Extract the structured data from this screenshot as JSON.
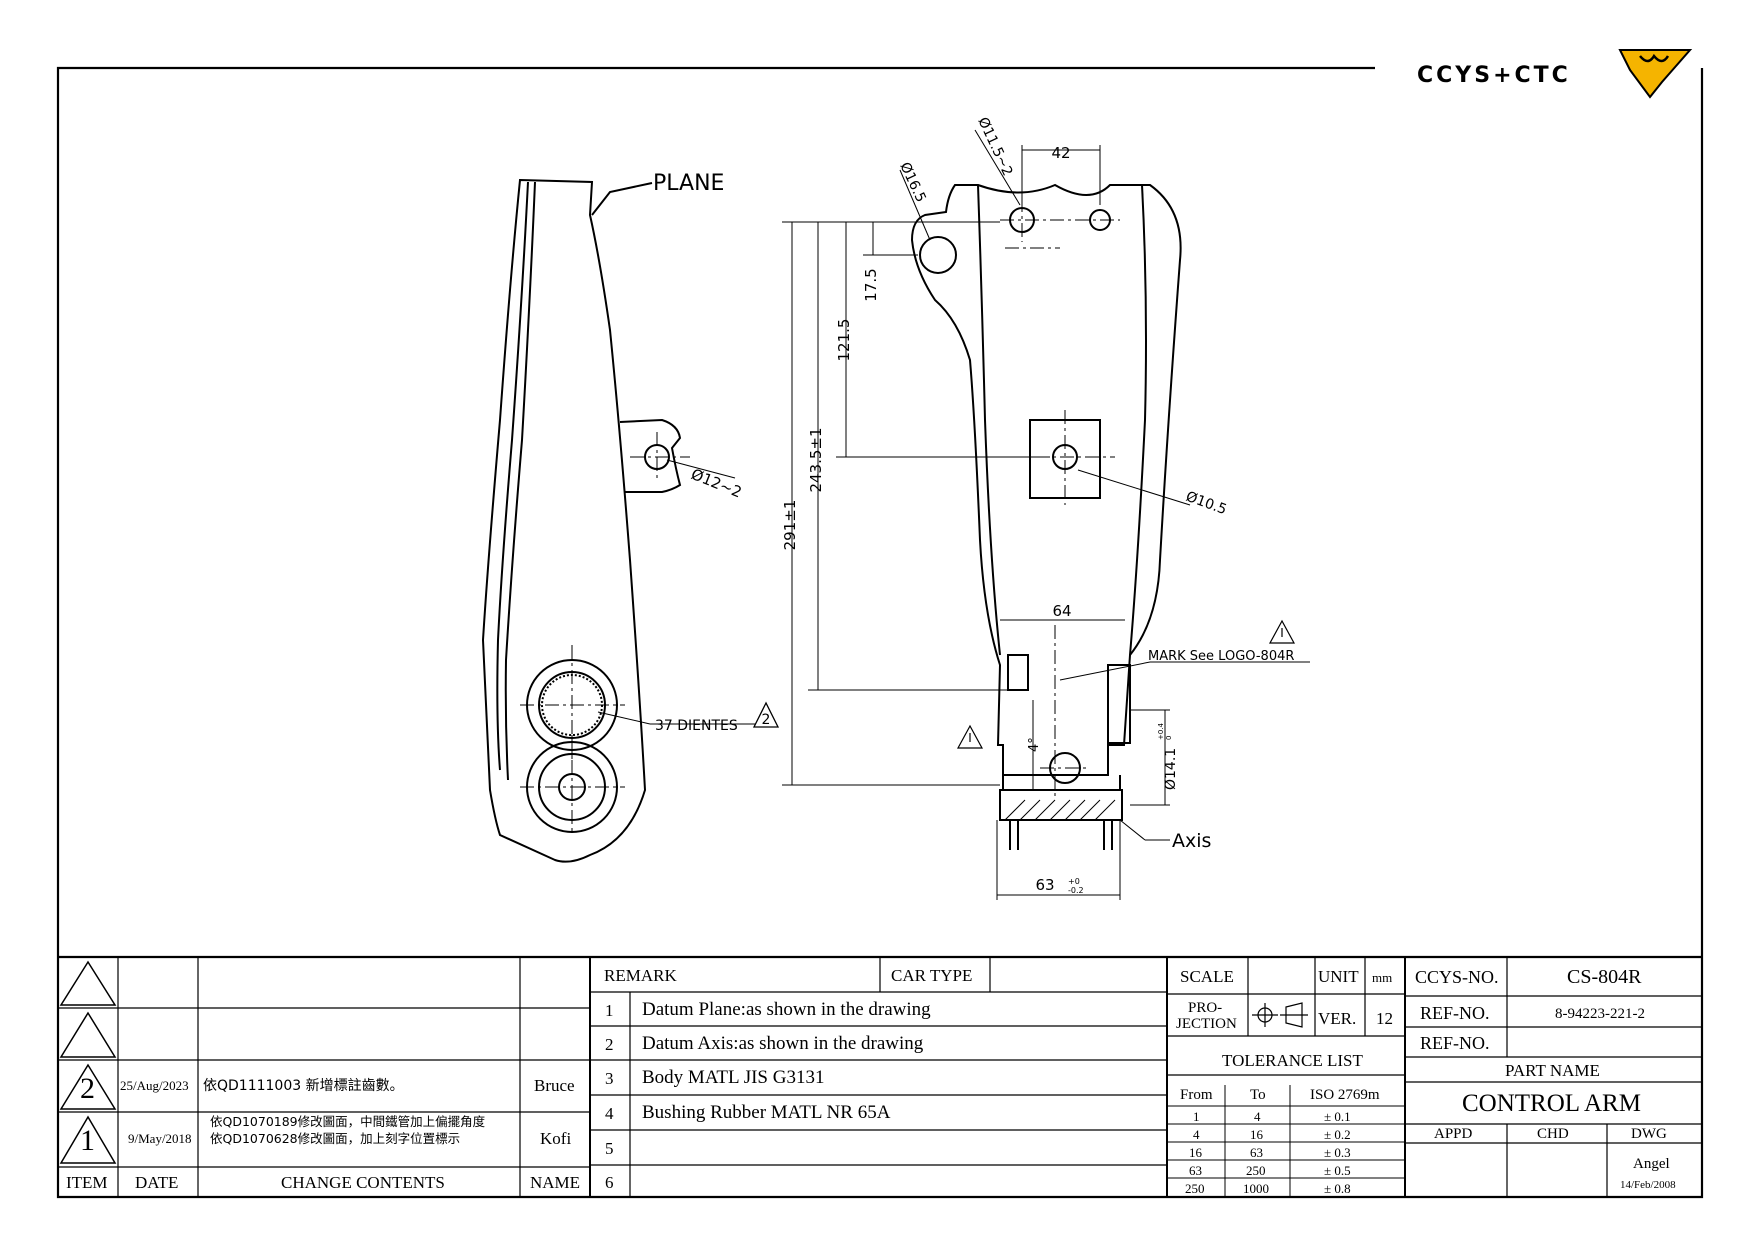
{
  "logo": {
    "text": "CCYS+CTC"
  },
  "drawing": {
    "plane_label": "PLANE",
    "axis_label": "Axis",
    "dia_12": "Ø12~2",
    "dia_16_5": "Ø16.5",
    "dia_11_5": "Ø11.5~2",
    "dia_10_5": "Ø10.5",
    "dia_14_1": "Ø14.1",
    "dia_14_1_tol_upper": "+0.4",
    "dia_14_1_tol_lower": "0",
    "dim_42": "42",
    "dim_64": "64",
    "dim_17_5": "17.5",
    "dim_121_5": "121.5",
    "dim_243_5": "243.5±1",
    "dim_291": "291±1",
    "dim_63": "63",
    "dim_63_tol_upper": "+0",
    "dim_63_tol_lower": "-0.2",
    "dim_angle": "4°",
    "teeth_note": "37 DIENTES",
    "teeth_rev": "2",
    "mark_note": "MARK See LOGO-804R"
  },
  "revisions": {
    "rows": [
      {
        "item": "",
        "date": "",
        "content": "",
        "name": ""
      },
      {
        "item": "",
        "date": "",
        "content": "",
        "name": ""
      },
      {
        "item": "2",
        "date": "25/Aug/2023",
        "content": "依QD1111003 新增標註齒數。",
        "content2": "",
        "name": "Bruce"
      },
      {
        "item": "1",
        "date": "9/May/2018",
        "content": "依QD1070189修改圖面，中間鐵管加上偏擺角度",
        "content2": "依QD1070628修改圖面，加上刻字位置標示",
        "name": "Kofi"
      }
    ],
    "headers": {
      "item": "ITEM",
      "date": "DATE",
      "content": "CHANGE CONTENTS",
      "name": "NAME"
    }
  },
  "remarks": {
    "header": "REMARK",
    "car_type_label": "CAR TYPE",
    "car_type_value": "",
    "items": [
      {
        "no": "1",
        "text": "Datum Plane:as shown in the drawing"
      },
      {
        "no": "2",
        "text": "Datum Axis:as shown in the drawing"
      },
      {
        "no": "3",
        "text": "Body MATL JIS G3131"
      },
      {
        "no": "4",
        "text": "Bushing Rubber MATL NR 65A"
      },
      {
        "no": "5",
        "text": ""
      },
      {
        "no": "6",
        "text": ""
      }
    ]
  },
  "info": {
    "scale_label": "SCALE",
    "scale_value": "",
    "unit_label": "UNIT",
    "unit_value": "mm",
    "projection_label_1": "PRO-",
    "projection_label_2": "JECTION",
    "ver_label": "VER.",
    "ver_value": "12",
    "tolerance_title": "TOLERANCE LIST",
    "tolerance_headers": [
      "From",
      "To",
      "ISO 2769m"
    ],
    "tolerance_rows": [
      [
        "1",
        "4",
        "± 0.1"
      ],
      [
        "4",
        "16",
        "± 0.2"
      ],
      [
        "16",
        "63",
        "± 0.3"
      ],
      [
        "63",
        "250",
        "± 0.5"
      ],
      [
        "250",
        "1000",
        "± 0.8"
      ]
    ]
  },
  "part": {
    "ccys_no_label": "CCYS-NO.",
    "ccys_no_value": "CS-804R",
    "ref_no_label_1": "REF-NO.",
    "ref_no_value_1": "8-94223-221-2",
    "ref_no_label_2": "REF-NO.",
    "ref_no_value_2": "",
    "part_name_label": "PART NAME",
    "part_name_value": "CONTROL ARM",
    "appd_label": "APPD",
    "chd_label": "CHD",
    "dwg_label": "DWG",
    "dwg_name": "Angel",
    "dwg_date": "14/Feb/2008"
  }
}
